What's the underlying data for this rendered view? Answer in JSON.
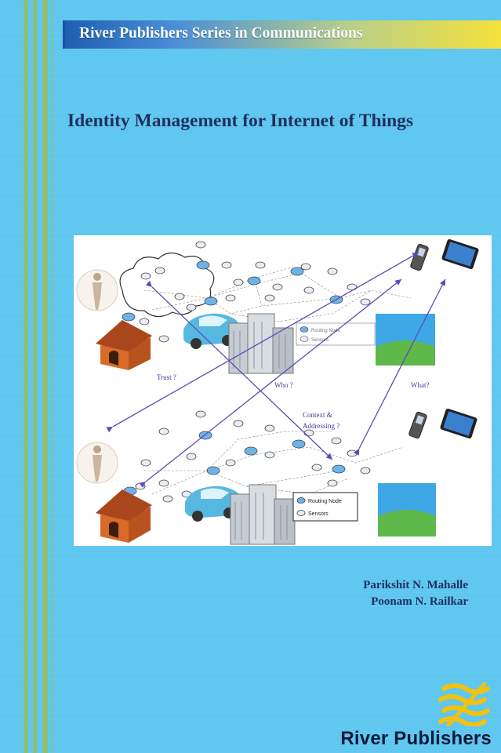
{
  "cover": {
    "series_title": "River Publishers Series in Communications",
    "book_title": "Identity Management for Internet of Things",
    "authors": [
      "Parikshit N. Mahalle",
      "Poonam N. Railkar"
    ],
    "publisher": "River Publishers",
    "colors": {
      "background": "#5ec6ee",
      "stripe_green": "#8cbf78",
      "title_text": "#1e2f5f",
      "banner_start": "#1d5fb0",
      "banner_end": "#f5e13a",
      "logo_yellow": "#f2c20e"
    }
  },
  "figure": {
    "labels": {
      "trust": "Trust ?",
      "who": "Who ?",
      "what": "What?",
      "context_line1": "Context &",
      "context_line2": "Addressing ?"
    },
    "legend_top": [
      "Routing Node",
      "Sensors"
    ],
    "legend_bottom": [
      "Routing Node",
      "Sensors"
    ]
  }
}
